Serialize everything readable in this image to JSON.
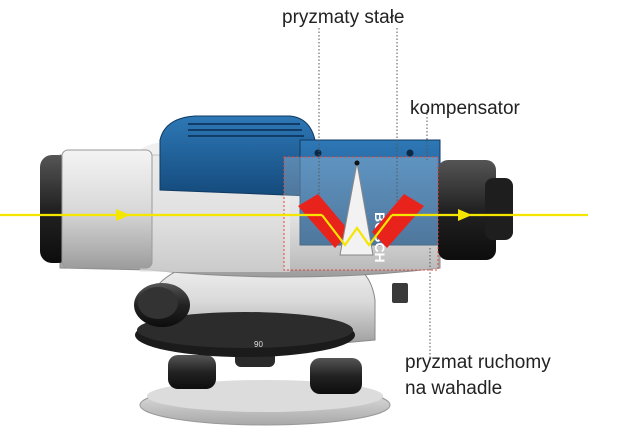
{
  "labels": {
    "fixed_prisms": "pryzmaty stałe",
    "compensator": "kompensator",
    "moving_prism_line1": "pryzmat ruchomy",
    "moving_prism_line2": "na wahadle"
  },
  "device": {
    "brand": "BOSCH",
    "dial_number": "90"
  },
  "colors": {
    "beam": "#f5e600",
    "prism": "#e8231c",
    "housing_blue": "#1f5e96",
    "dashed_box": "#e2473c",
    "body_grey": "#cfcfcf"
  }
}
